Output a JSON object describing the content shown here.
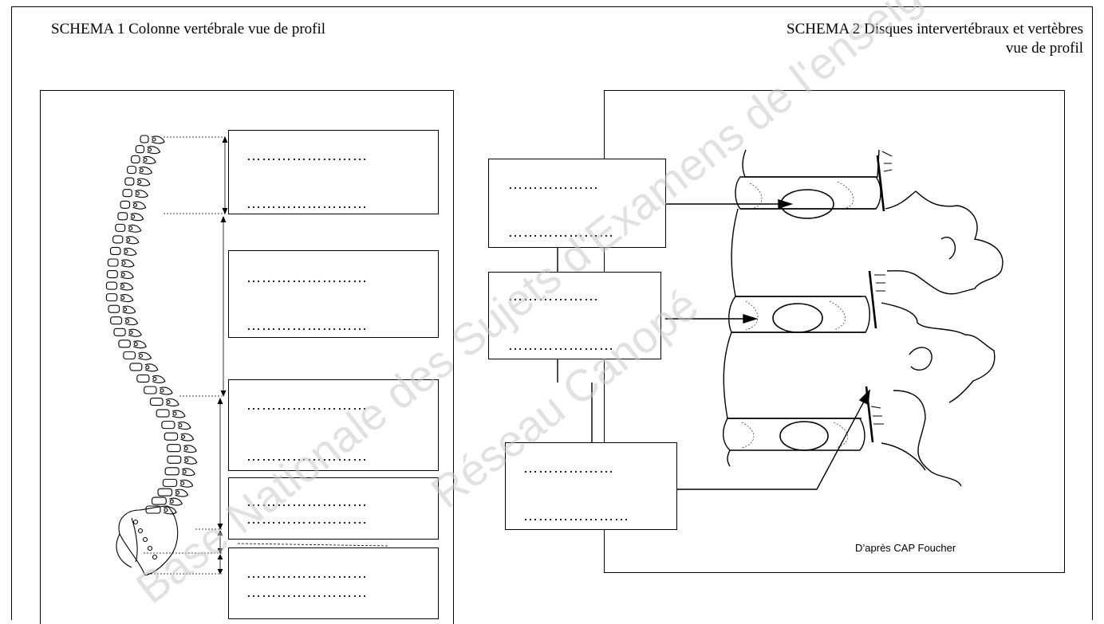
{
  "schema1": {
    "title": "SCHEMA 1 Colonne vertébrale vue de profil"
  },
  "schema2": {
    "title_line1": "SCHEMA 2   Disques intervertébraux et vertèbres",
    "title_line2": "vue de profil"
  },
  "blanks": {
    "s1_box1_a": "……………………",
    "s1_box1_b": "……………………",
    "s1_box2_a": "……………………",
    "s1_box2_b": "……………………",
    "s1_box3_a": "……………………",
    "s1_box3_b": "……………………",
    "s1_box4_a": "……………………",
    "s1_box4_b": "……………………",
    "s1_box5_a": "……………………",
    "s1_box5_b": "……………………",
    "s2_box1_a": "………………",
    "s2_box1_b": "…………………",
    "s2_box2_a": "………………",
    "s2_box2_b": "…………………",
    "s2_box3_a": "………………",
    "s2_box3_b": "…………………"
  },
  "credit": "D’après CAP Foucher",
  "watermark": {
    "line1": "Base Nationale des Sujets d'Examens de l'enseignement",
    "line2": "Réseau Canopé"
  }
}
